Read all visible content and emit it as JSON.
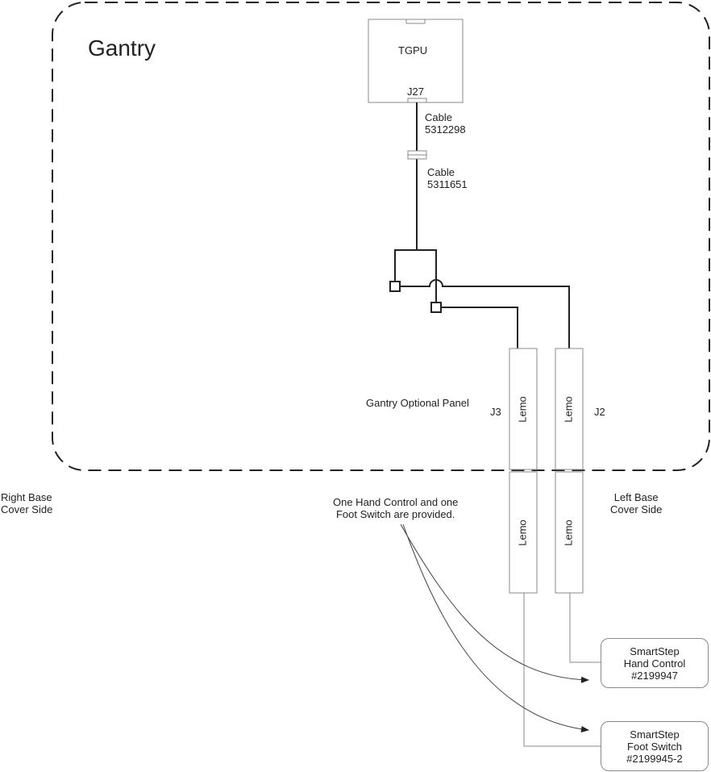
{
  "gantry": {
    "title": "Gantry",
    "tgpu_label": "TGPU",
    "j27_label": "J27",
    "cable1": {
      "line1": "Cable",
      "line2": "5312298"
    },
    "cable2": {
      "line1": "Cable",
      "line2": "5311651"
    },
    "optional_panel_label": "Gantry Optional Panel",
    "j3_label": "J3",
    "j2_label": "J2",
    "lemo_label": "Lemo"
  },
  "sides": {
    "right": {
      "line1": "Right Base",
      "line2": "Cover Side"
    },
    "left": {
      "line1": "Left Base",
      "line2": "Cover Side"
    }
  },
  "note": {
    "line1": "One Hand Control and one",
    "line2": "Foot Switch are provided."
  },
  "devices": [
    {
      "line1": "SmartStep",
      "line2": "Hand Control",
      "line3": "#2199947"
    },
    {
      "line1": "SmartStep",
      "line2": "Foot Switch",
      "line3": "#2199945-2"
    }
  ],
  "colors": {
    "line": "#222222",
    "thin": "#8a8a8a"
  }
}
